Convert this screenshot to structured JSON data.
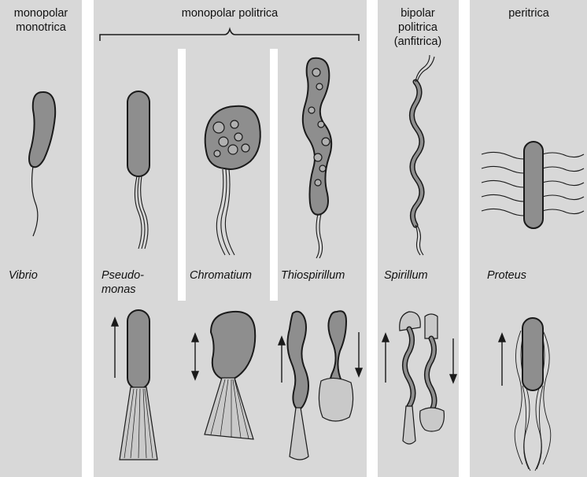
{
  "columns": {
    "monopolar_monotrica": {
      "header_line1": "monopolar",
      "header_line2": "monotrica"
    },
    "monopolar_politrica": {
      "header": "monopolar politrica"
    },
    "bipolar_politrica": {
      "header_line1": "bipolar",
      "header_line2": "politrica",
      "header_line3": "(anfitrica)"
    },
    "peritrica": {
      "header": "peritrica"
    }
  },
  "organisms": {
    "vibrio": "Vibrio",
    "pseudomonas_line1": "Pseudo-",
    "pseudomonas_line2": "monas",
    "chromatium": "Chromatium",
    "thiospirillum": "Thiospirillum",
    "spirillum": "Spirillum",
    "proteus": "Proteus"
  },
  "colors": {
    "panel_background": "#d8d8d8",
    "gutter": "#ffffff",
    "cell_fill": "#8e8e8e",
    "outline": "#1a1a1a"
  }
}
